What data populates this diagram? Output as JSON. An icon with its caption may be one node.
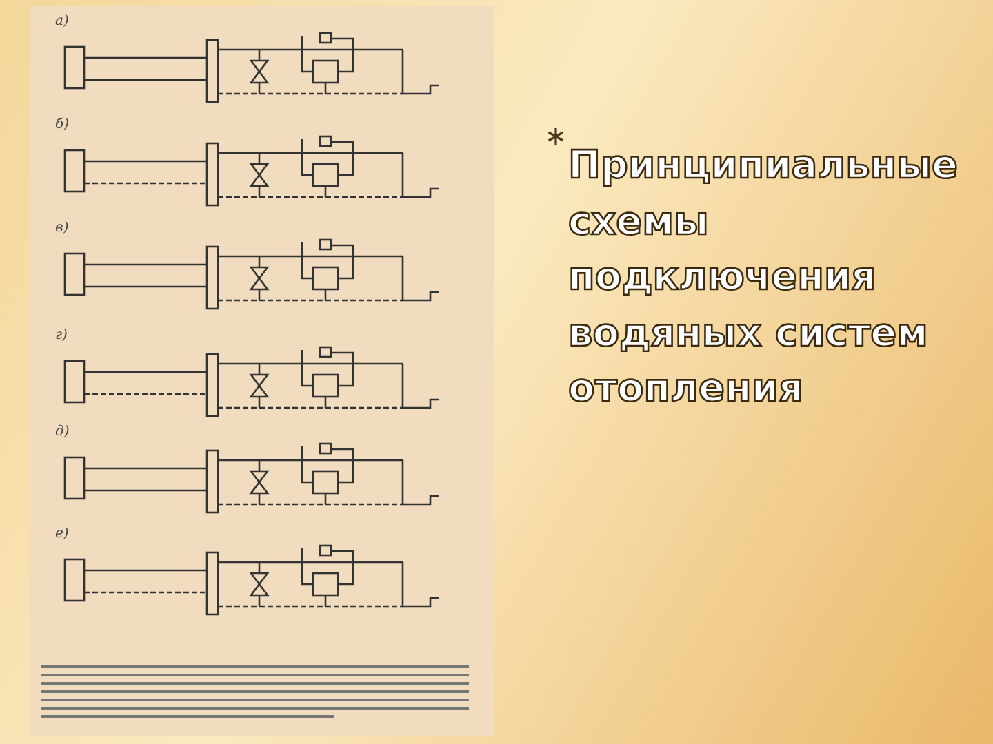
{
  "diagram": {
    "title": "Принципиальные схемы подключения водяных систем отопления",
    "labels": [
      "а)",
      "б)",
      "в)",
      "г)",
      "д)",
      "е)"
    ]
  }
}
